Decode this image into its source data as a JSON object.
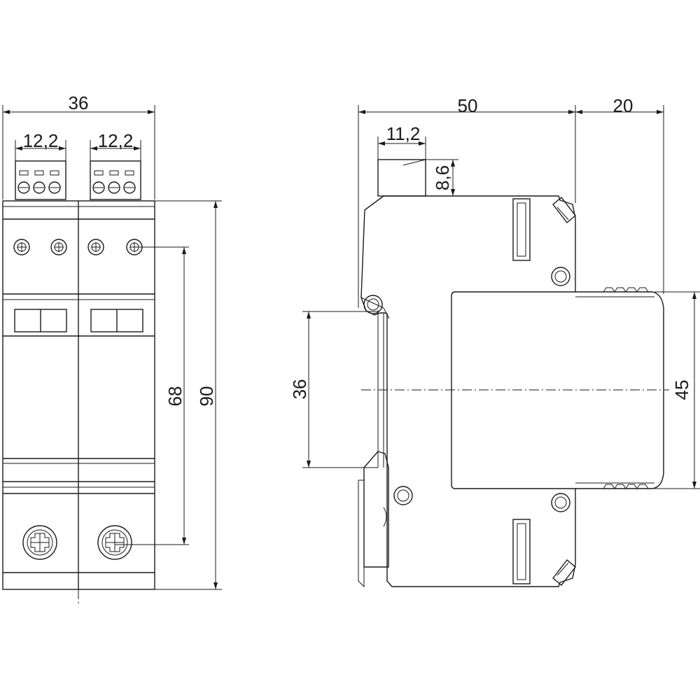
{
  "dimensions": {
    "front_width": "36",
    "front_terminal_width_left": "12,2",
    "front_terminal_width_right": "12,2",
    "front_inner_height": "68",
    "front_total_height": "90",
    "side_depth": "50",
    "side_cover_depth": "20",
    "side_plug_width": "11,2",
    "side_plug_height": "8,6",
    "side_rail_height": "36",
    "side_cover_height": "45"
  },
  "colors": {
    "line": "#1a1a1a",
    "background": "#ffffff"
  }
}
